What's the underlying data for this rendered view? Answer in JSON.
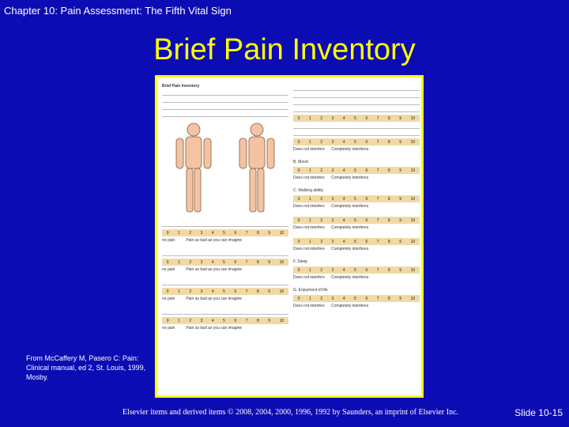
{
  "header": {
    "chapter": "Chapter 10: Pain Assessment: The Fifth Vital Sign"
  },
  "slide": {
    "title": "Brief Pain Inventory"
  },
  "form": {
    "heading": "Brief Pain Inventory",
    "scale_numbers": [
      "0",
      "1",
      "2",
      "3",
      "4",
      "5",
      "6",
      "7",
      "8",
      "9",
      "10"
    ],
    "q5_low": "no pain",
    "q5_high": "Pain as bad as you can imagine",
    "q9_low": "Does not interfere",
    "q9_high": "Completely interferes",
    "mood": "B. Mood",
    "walking": "C. Walking ability",
    "sleep": "F. Sleep",
    "enjoyment": "G. Enjoyment of life"
  },
  "credit": "From McCaffery M, Pasero C: Pain: Clinical manual, ed 2, St. Louis, 1999, Mosby.",
  "footer": "Elsevier items and derived items © 2008, 2004, 2000, 1996, 1992 by Saunders, an imprint of Elsevier Inc.",
  "slide_number": "Slide 10-15"
}
